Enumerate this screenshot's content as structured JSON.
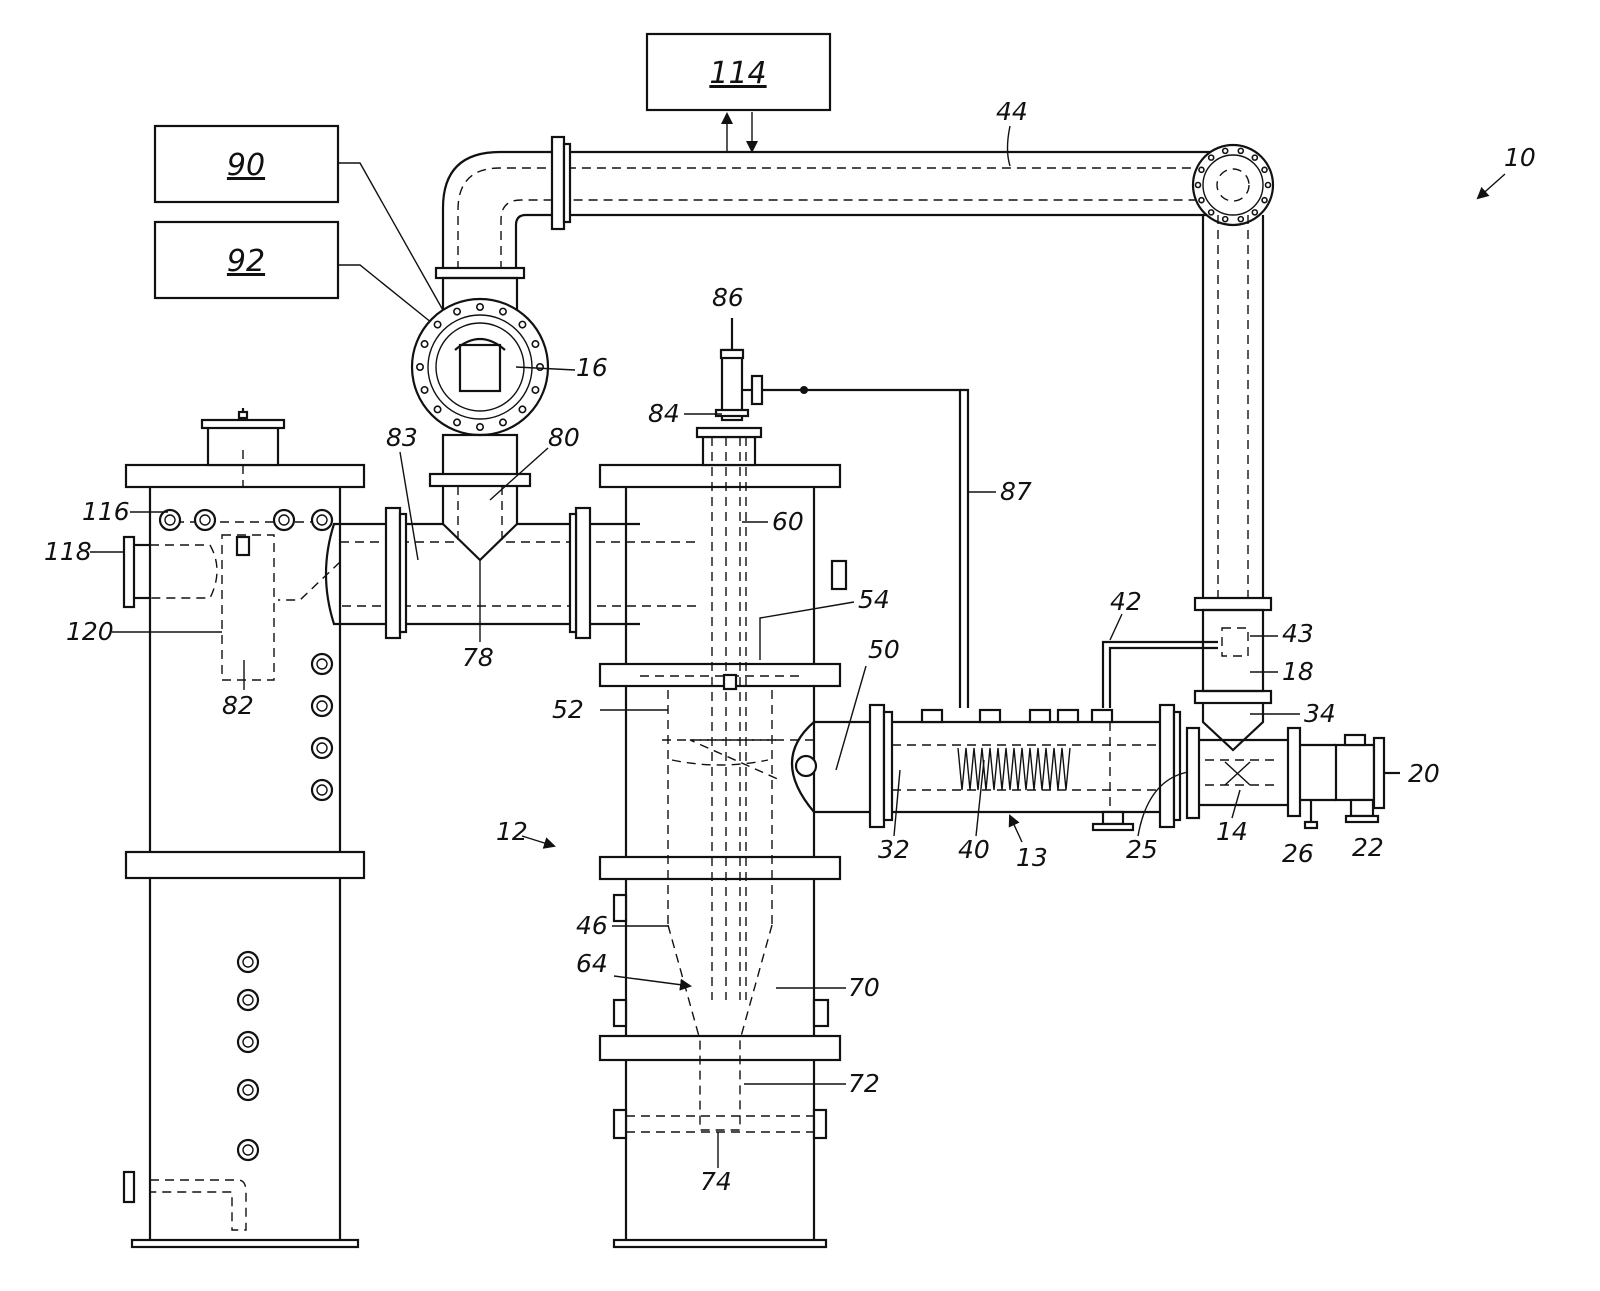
{
  "figure": {
    "system_ref": "10",
    "boxes": [
      {
        "id": "box-90",
        "label": "90"
      },
      {
        "id": "box-92",
        "label": "92"
      },
      {
        "id": "box-114",
        "label": "114"
      }
    ],
    "reference_numerals": [
      {
        "id": "ref-10",
        "text": "10"
      },
      {
        "id": "ref-44",
        "text": "44"
      },
      {
        "id": "ref-16",
        "text": "16"
      },
      {
        "id": "ref-86",
        "text": "86"
      },
      {
        "id": "ref-84",
        "text": "84"
      },
      {
        "id": "ref-83",
        "text": "83"
      },
      {
        "id": "ref-80",
        "text": "80"
      },
      {
        "id": "ref-60",
        "text": "60"
      },
      {
        "id": "ref-87",
        "text": "87"
      },
      {
        "id": "ref-116",
        "text": "116"
      },
      {
        "id": "ref-118",
        "text": "118"
      },
      {
        "id": "ref-120",
        "text": "120"
      },
      {
        "id": "ref-82",
        "text": "82"
      },
      {
        "id": "ref-78",
        "text": "78"
      },
      {
        "id": "ref-54",
        "text": "54"
      },
      {
        "id": "ref-42",
        "text": "42"
      },
      {
        "id": "ref-43",
        "text": "43"
      },
      {
        "id": "ref-18",
        "text": "18"
      },
      {
        "id": "ref-50",
        "text": "50"
      },
      {
        "id": "ref-52",
        "text": "52"
      },
      {
        "id": "ref-34",
        "text": "34"
      },
      {
        "id": "ref-20",
        "text": "20"
      },
      {
        "id": "ref-32",
        "text": "32"
      },
      {
        "id": "ref-40",
        "text": "40"
      },
      {
        "id": "ref-13",
        "text": "13"
      },
      {
        "id": "ref-25",
        "text": "25"
      },
      {
        "id": "ref-14",
        "text": "14"
      },
      {
        "id": "ref-26",
        "text": "26"
      },
      {
        "id": "ref-22",
        "text": "22"
      },
      {
        "id": "ref-12",
        "text": "12"
      },
      {
        "id": "ref-46",
        "text": "46"
      },
      {
        "id": "ref-64",
        "text": "64"
      },
      {
        "id": "ref-70",
        "text": "70"
      },
      {
        "id": "ref-72",
        "text": "72"
      },
      {
        "id": "ref-74",
        "text": "74"
      }
    ]
  }
}
